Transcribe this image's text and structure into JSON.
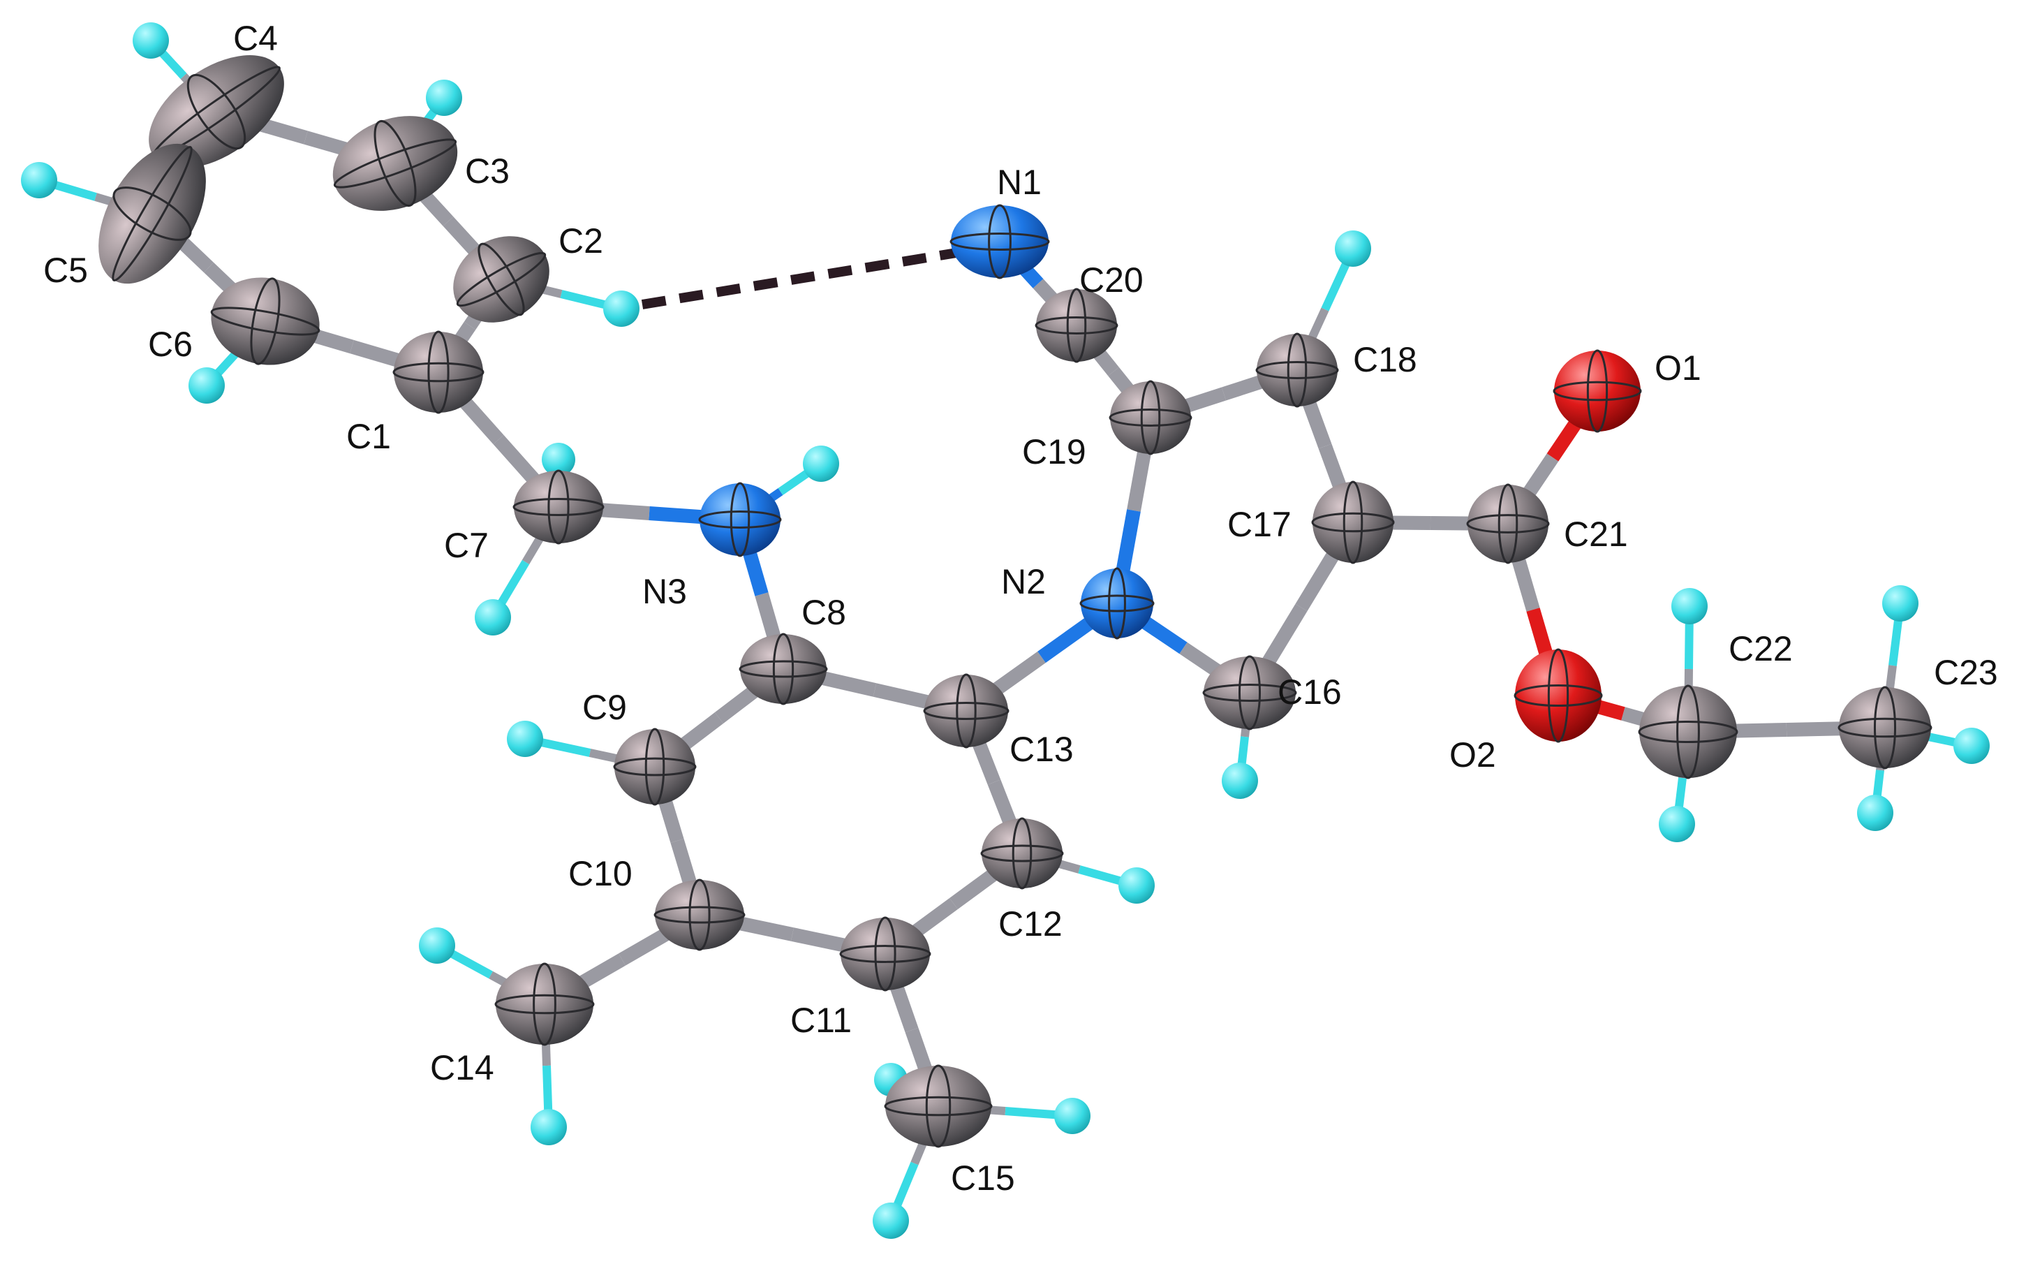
{
  "colors": {
    "carbon": "#8a8a8e",
    "nitrogen": "#1e78e6",
    "oxygen": "#e01a1a",
    "hydrogen": "#38dbe4",
    "bond": "#9a9aa2",
    "hbond": "#2a1a22"
  },
  "atoms": [
    {
      "id": "C1",
      "label": "C1",
      "el": "C"
    },
    {
      "id": "C2",
      "label": "C2",
      "el": "C"
    },
    {
      "id": "C3",
      "label": "C3",
      "el": "C"
    },
    {
      "id": "C4",
      "label": "C4",
      "el": "C"
    },
    {
      "id": "C5",
      "label": "C5",
      "el": "C"
    },
    {
      "id": "C6",
      "label": "C6",
      "el": "C"
    },
    {
      "id": "C7",
      "label": "C7",
      "el": "C"
    },
    {
      "id": "N3",
      "label": "N3",
      "el": "N"
    },
    {
      "id": "C8",
      "label": "C8",
      "el": "C"
    },
    {
      "id": "C9",
      "label": "C9",
      "el": "C"
    },
    {
      "id": "C10",
      "label": "C10",
      "el": "C"
    },
    {
      "id": "C11",
      "label": "C11",
      "el": "C"
    },
    {
      "id": "C12",
      "label": "C12",
      "el": "C"
    },
    {
      "id": "C13",
      "label": "C13",
      "el": "C"
    },
    {
      "id": "C14",
      "label": "C14",
      "el": "C"
    },
    {
      "id": "C15",
      "label": "C15",
      "el": "C"
    },
    {
      "id": "N2",
      "label": "N2",
      "el": "N"
    },
    {
      "id": "C16",
      "label": "C16",
      "el": "C"
    },
    {
      "id": "C17",
      "label": "C17",
      "el": "C"
    },
    {
      "id": "C18",
      "label": "C18",
      "el": "C"
    },
    {
      "id": "C19",
      "label": "C19",
      "el": "C"
    },
    {
      "id": "C20",
      "label": "C20",
      "el": "C"
    },
    {
      "id": "N1",
      "label": "N1",
      "el": "N"
    },
    {
      "id": "C21",
      "label": "C21",
      "el": "C"
    },
    {
      "id": "O1",
      "label": "O1",
      "el": "O"
    },
    {
      "id": "O2",
      "label": "O2",
      "el": "O"
    },
    {
      "id": "C22",
      "label": "C22",
      "el": "C"
    },
    {
      "id": "C23",
      "label": "C23",
      "el": "C"
    }
  ],
  "hydrogens": [
    {
      "id": "H2",
      "el": "H"
    },
    {
      "id": "H3",
      "el": "H"
    },
    {
      "id": "H4",
      "el": "H"
    },
    {
      "id": "H5",
      "el": "H"
    },
    {
      "id": "H6",
      "el": "H"
    },
    {
      "id": "H7A",
      "el": "H"
    },
    {
      "id": "H7B",
      "el": "H"
    },
    {
      "id": "H3N",
      "el": "H"
    },
    {
      "id": "H9",
      "el": "H"
    },
    {
      "id": "H12",
      "el": "H"
    },
    {
      "id": "H14A",
      "el": "H"
    },
    {
      "id": "H14B",
      "el": "H"
    },
    {
      "id": "H15A",
      "el": "H"
    },
    {
      "id": "H15B",
      "el": "H"
    },
    {
      "id": "H15C",
      "el": "H"
    },
    {
      "id": "H16",
      "el": "H"
    },
    {
      "id": "H18",
      "el": "H"
    },
    {
      "id": "H22A",
      "el": "H"
    },
    {
      "id": "H22B",
      "el": "H"
    },
    {
      "id": "H23A",
      "el": "H"
    },
    {
      "id": "H23B",
      "el": "H"
    },
    {
      "id": "H23C",
      "el": "H"
    }
  ],
  "bonds": [
    [
      "C1",
      "C2"
    ],
    [
      "C2",
      "C3"
    ],
    [
      "C3",
      "C4"
    ],
    [
      "C4",
      "C5"
    ],
    [
      "C5",
      "C6"
    ],
    [
      "C6",
      "C1"
    ],
    [
      "C1",
      "C7"
    ],
    [
      "C7",
      "N3"
    ],
    [
      "N3",
      "C8"
    ],
    [
      "C8",
      "C9"
    ],
    [
      "C9",
      "C10"
    ],
    [
      "C10",
      "C11"
    ],
    [
      "C11",
      "C12"
    ],
    [
      "C12",
      "C13"
    ],
    [
      "C13",
      "C8"
    ],
    [
      "C10",
      "C14"
    ],
    [
      "C11",
      "C15"
    ],
    [
      "C13",
      "N2"
    ],
    [
      "N2",
      "C16"
    ],
    [
      "C16",
      "C17"
    ],
    [
      "C17",
      "C18"
    ],
    [
      "C18",
      "C19"
    ],
    [
      "C19",
      "N2"
    ],
    [
      "C19",
      "C20"
    ],
    [
      "C20",
      "N1"
    ],
    [
      "C17",
      "C21"
    ],
    [
      "C21",
      "O1"
    ],
    [
      "C21",
      "O2"
    ],
    [
      "O2",
      "C22"
    ],
    [
      "C22",
      "C23"
    ],
    [
      "C2",
      "H2"
    ],
    [
      "C3",
      "H3"
    ],
    [
      "C4",
      "H4"
    ],
    [
      "C5",
      "H5"
    ],
    [
      "C6",
      "H6"
    ],
    [
      "C7",
      "H7A"
    ],
    [
      "C7",
      "H7B"
    ],
    [
      "N3",
      "H3N"
    ],
    [
      "C9",
      "H9"
    ],
    [
      "C12",
      "H12"
    ],
    [
      "C14",
      "H14A"
    ],
    [
      "C14",
      "H14B"
    ],
    [
      "C15",
      "H15A"
    ],
    [
      "C15",
      "H15B"
    ],
    [
      "C15",
      "H15C"
    ],
    [
      "C16",
      "H16"
    ],
    [
      "C18",
      "H18"
    ],
    [
      "C22",
      "H22A"
    ],
    [
      "C22",
      "H22B"
    ],
    [
      "C23",
      "H23A"
    ],
    [
      "C23",
      "H23B"
    ],
    [
      "C23",
      "H23C"
    ]
  ],
  "hbond": [
    "H2",
    "N1"
  ]
}
